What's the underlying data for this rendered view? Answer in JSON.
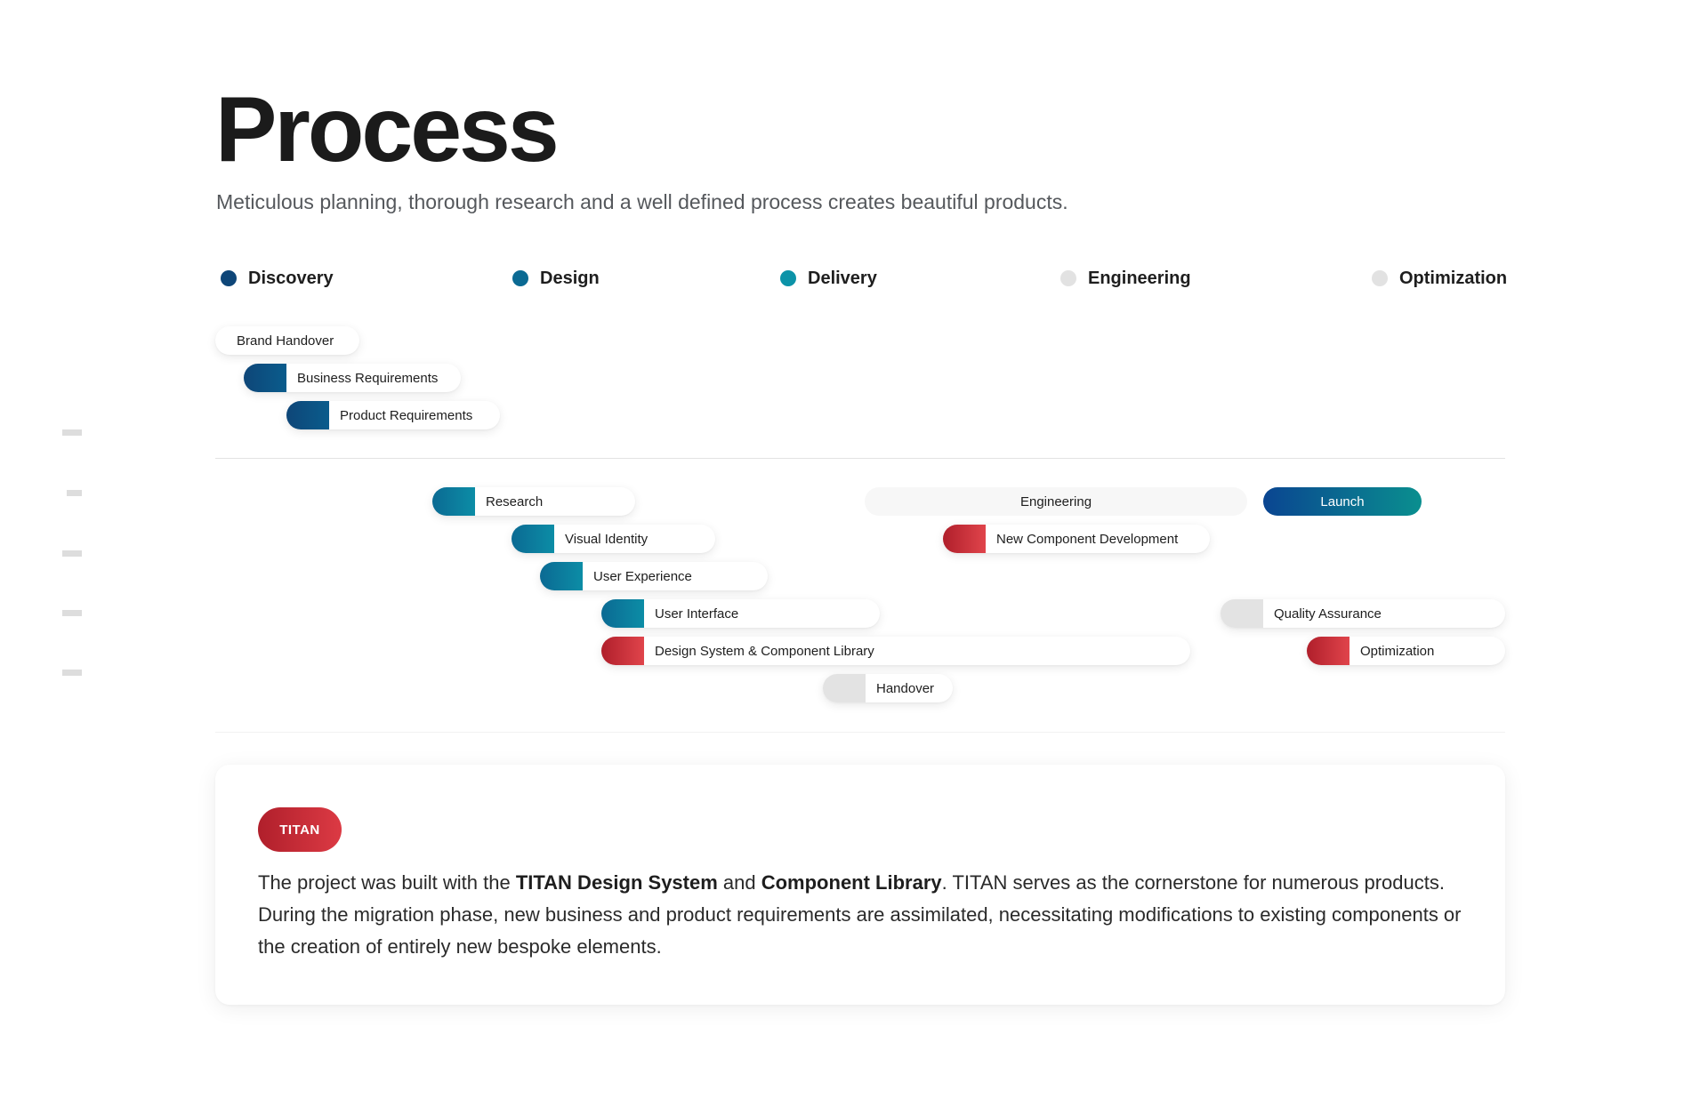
{
  "header": {
    "title": "Process",
    "subtitle": "Meticulous planning, thorough research and a well defined process creates beautiful products."
  },
  "legend": [
    {
      "label": "Discovery",
      "color": "#0e4678"
    },
    {
      "label": "Design",
      "color": "#0b6a93"
    },
    {
      "label": "Delivery",
      "color": "#0c93a8"
    },
    {
      "label": "Engineering",
      "color": "#e2e2e2"
    },
    {
      "label": "Optimization",
      "color": "#e2e2e2"
    }
  ],
  "discovery_tasks": {
    "brand_handover": "Brand Handover",
    "business_requirements": "Business Requirements",
    "product_requirements": "Product Requirements"
  },
  "design_tasks": {
    "research": "Research",
    "visual_identity": "Visual Identity",
    "user_experience": "User Experience",
    "user_interface": "User Interface",
    "design_system": "Design System & Component Library",
    "handover": "Handover"
  },
  "engineering_tasks": {
    "engineering": "Engineering",
    "new_component_development": "New Component Development",
    "launch": "Launch",
    "quality_assurance": "Quality Assurance",
    "optimization": "Optimization"
  },
  "card": {
    "badge": "TITAN",
    "text_1": "The project was built with the ",
    "bold_1": "TITAN Design System",
    "text_2": " and ",
    "bold_2": "Component Library",
    "text_3": ". TITAN serves as the cornerstone for numerous products. During the migration phase, new business and product requirements are assimilated, necessitating modifications to existing components or the creation of entirely new bespoke elements."
  },
  "colors": {
    "discovery": "#0e4678",
    "design": "#0b6a93",
    "delivery_red": "#d1333c",
    "inactive": "#e3e3e3",
    "launch_start": "#0a4591",
    "launch_end": "#0a8f8f"
  }
}
